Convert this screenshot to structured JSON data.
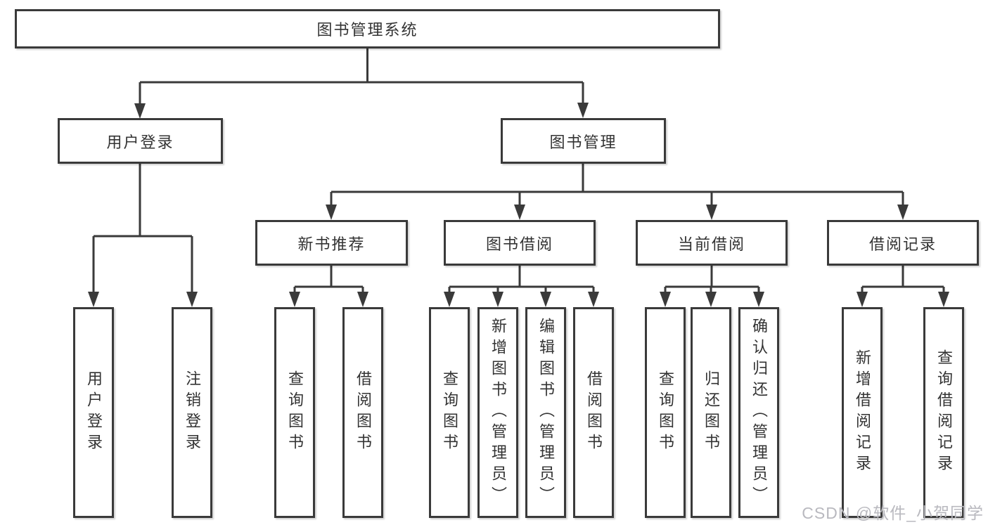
{
  "diagram": {
    "root": {
      "label": "图书管理系统"
    },
    "level2": [
      {
        "label": "用户登录"
      },
      {
        "label": "图书管理"
      }
    ],
    "level3": [
      {
        "label": "新书推荐"
      },
      {
        "label": "图书借阅"
      },
      {
        "label": "当前借阅"
      },
      {
        "label": "借阅记录"
      }
    ],
    "leaves": [
      {
        "label": "用户登录",
        "parent": "用户登录"
      },
      {
        "label": "注销登录",
        "parent": "用户登录"
      },
      {
        "label": "查询图书",
        "parent": "新书推荐"
      },
      {
        "label": "借阅图书",
        "parent": "新书推荐"
      },
      {
        "label": "查询图书",
        "parent": "图书借阅"
      },
      {
        "label": "新增图书（管理员）",
        "parent": "图书借阅"
      },
      {
        "label": "编辑图书（管理员）",
        "parent": "图书借阅"
      },
      {
        "label": "借阅图书",
        "parent": "图书借阅"
      },
      {
        "label": "查询图书",
        "parent": "当前借阅"
      },
      {
        "label": "归还图书",
        "parent": "当前借阅"
      },
      {
        "label": "确认归还（管理员）",
        "parent": "当前借阅"
      },
      {
        "label": "新增借阅记录",
        "parent": "借阅记录"
      },
      {
        "label": "查询借阅记录",
        "parent": "借阅记录"
      }
    ]
  },
  "watermark": {
    "text": "CSDN @软件_小贺同学"
  },
  "colors": {
    "line": "#3a3a3a",
    "box_border": "#3a3a3a",
    "text": "#333333",
    "watermark": "#b9b9bf",
    "background": "#ffffff"
  }
}
